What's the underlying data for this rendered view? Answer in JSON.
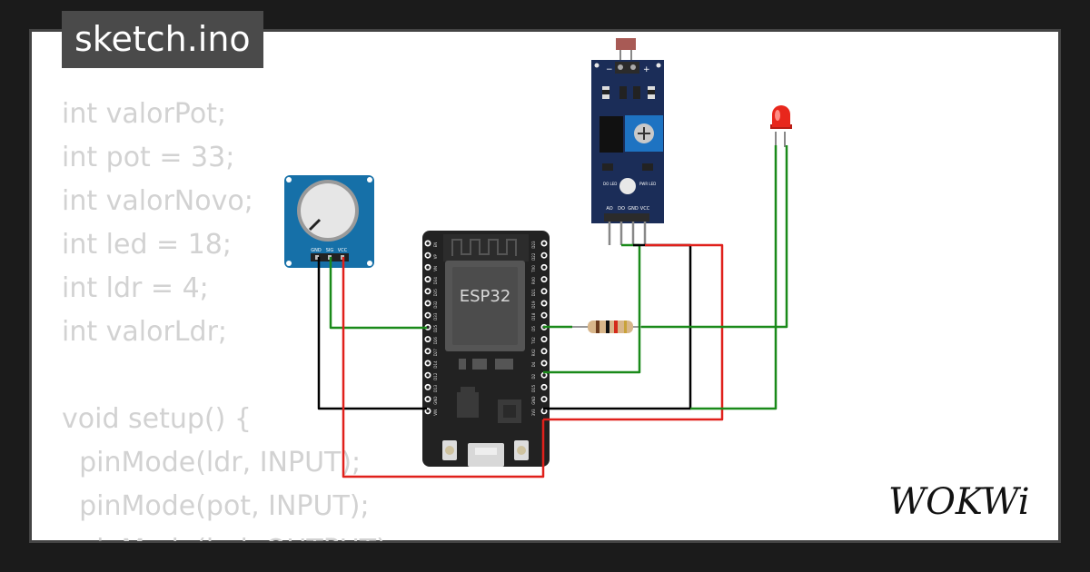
{
  "file_tab": {
    "title": "sketch.ino"
  },
  "code": {
    "lines": [
      "int valorPot;",
      "int pot = 33;",
      "int valorNovo;",
      "int led = 18;",
      "int ldr = 4;",
      "int valorLdr;",
      "",
      "void setup() {",
      "  pinMode(ldr, INPUT);",
      "  pinMode(pot, INPUT);",
      "  pinMode(led, OUTPUT);"
    ]
  },
  "circuit": {
    "esp32_label": "ESP32",
    "pot_pins": [
      "GND",
      "SIG",
      "VCC"
    ],
    "ldr_pins": [
      "AO",
      "DO",
      "GND",
      "VCC"
    ],
    "ldr_leds": [
      "DO LED",
      "PWR LED"
    ],
    "ldr_polarity": [
      "−",
      "+"
    ],
    "esp32_left_pins": [
      "EN",
      "VP",
      "VN",
      "D34",
      "D35",
      "D32",
      "D33",
      "D25",
      "D26",
      "D27",
      "D14",
      "D12",
      "D13",
      "GND",
      "VIN"
    ],
    "esp32_right_pins": [
      "D23",
      "D22",
      "TX0",
      "RX0",
      "D21",
      "D19",
      "D18",
      "D5",
      "TX2",
      "RX2",
      "D4",
      "D2",
      "D15",
      "GND",
      "3V3"
    ],
    "wire_colors": {
      "green": "#1a8a1a",
      "black": "#000000",
      "red": "#e0201b"
    }
  },
  "branding": {
    "logo_text": "WOKWi"
  }
}
